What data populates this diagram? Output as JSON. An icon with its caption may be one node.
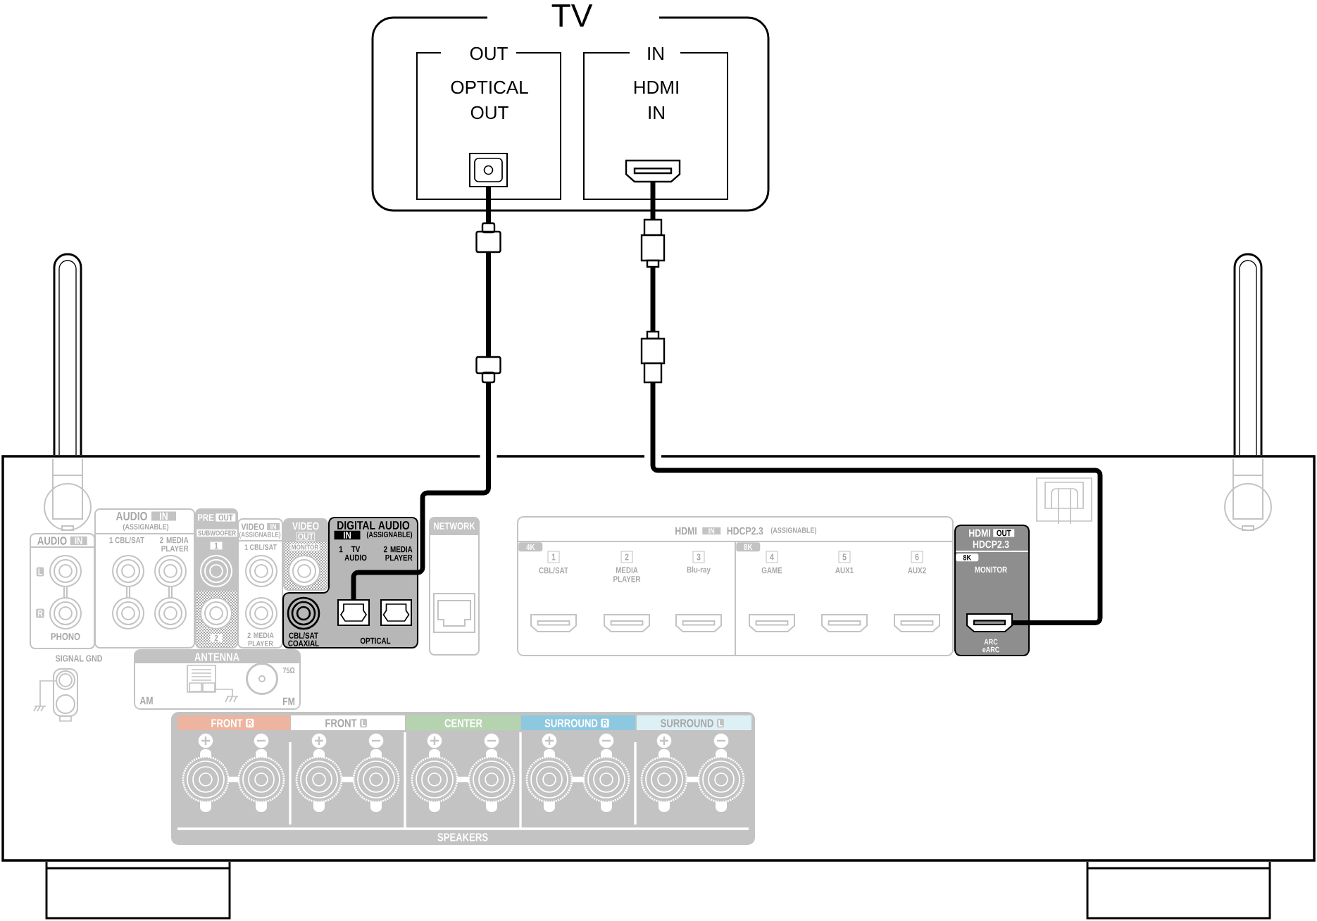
{
  "diagram": {
    "nodes": [
      {
        "text": [
          "TV"
        ]
      },
      {
        "text": [
          "OUT",
          "OPTICAL OUT"
        ],
        "in": 0
      },
      {
        "text": [],
        "shape": "picture",
        "in": 1
      },
      {
        "text": [
          "IN",
          "HDMI IN"
        ],
        "in": 0
      },
      {
        "text": [],
        "shape": "picture",
        "in": 3
      },
      {
        "text": [],
        "shape": "box"
      },
      {
        "text": [
          "AUDIO",
          "IN",
          "L",
          "R",
          "PHONO"
        ],
        "in": 5
      },
      {
        "text": [
          "AUDIO",
          "IN",
          "(ASSIGNABLE)",
          "1 CBL/SAT",
          "2 MEDIA PLAYER"
        ],
        "in": 5
      },
      {
        "text": [
          "PRE",
          "OUT",
          "SUBWOOFER",
          "1",
          "2"
        ],
        "in": 5
      },
      {
        "text": [
          "VIDEO",
          "IN",
          "(ASSIGNABLE)",
          "1 CBL/SAT",
          "2 MEDIA PLAYER"
        ],
        "in": 5
      },
      {
        "text": [
          "VIDEO",
          "OUT",
          "MONITOR"
        ],
        "in": 5
      },
      {
        "text": [
          "DIGITAL AUDIO",
          "IN",
          "(ASSIGNABLE)",
          "1",
          "TV AUDIO",
          "2 MEDIA PLAYER",
          "CBL/SAT COAXIAL",
          "OPTICAL"
        ],
        "in": 5
      },
      {
        "text": [],
        "shape": "picture",
        "in": 11
      },
      {
        "text": [],
        "shape": "picture",
        "in": 11
      },
      {
        "text": [
          "NETWORK"
        ],
        "in": 5
      },
      {
        "text": [
          "HDMI",
          "IN",
          "HDCP2.3",
          "(ASSIGNABLE)",
          "4K",
          "1",
          "CBL/SAT",
          "2",
          "MEDIA PLAYER",
          "3",
          "Blu-ray",
          "8K",
          "4",
          "GAME",
          "5",
          "AUX1",
          "6",
          "AUX2"
        ],
        "in": 5
      },
      {
        "text": [
          "HDMI",
          "OUT",
          "HDCP2.3",
          "8K",
          "MONITOR",
          "ARC eARC"
        ],
        "in": 5
      },
      {
        "text": [],
        "shape": "picture",
        "in": 16
      },
      {
        "text": [
          "ANTENNA",
          "AM",
          "75Ω",
          "FM"
        ],
        "in": 5
      },
      {
        "text": [
          "FRONT",
          "R",
          "FRONT",
          "L",
          "CENTER",
          "SURROUND",
          "R",
          "SURROUND",
          "L",
          "SPEAKERS"
        ],
        "in": 5
      }
    ],
    "edges": [
      {
        "from": 2,
        "to": 12,
        "arrow": "none"
      },
      {
        "from": 4,
        "to": 17,
        "arrow": "none"
      }
    ],
    "labels": [
      "SIGNAL GND"
    ]
  }
}
